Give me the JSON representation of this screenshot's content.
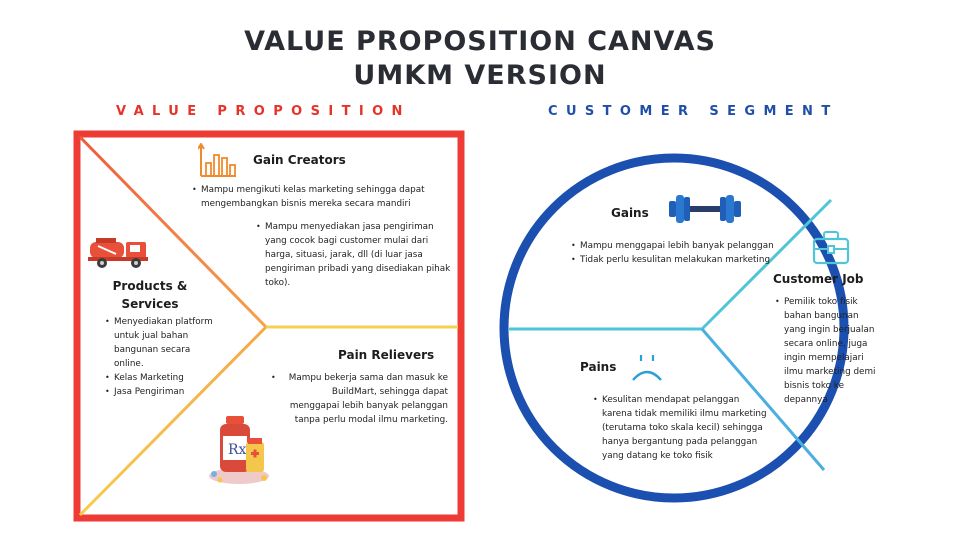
{
  "title": {
    "line1": "VALUE PROPOSITION CANVAS",
    "line2": "UMKM VERSION"
  },
  "sections": {
    "value_proposition": "VALUE PROPOSITION",
    "customer_segment": "CUSTOMER SEGMENT"
  },
  "colors": {
    "square_border": "#ef3b36",
    "circle_border": "#1b4fb0",
    "title": "#2a2d33",
    "vp_label": "#e6332a",
    "cs_label": "#1f4fa8"
  },
  "gain_creators": {
    "heading": "Gain Creators",
    "icon": "bar-chart-icon",
    "items": [
      "Mampu mengikuti kelas marketing sehingga dapat mengembangkan bisnis mereka secara mandiri",
      "Mampu menyediakan jasa pengiriman yang cocok bagi customer mulai dari harga, situasi, jarak, dll (di luar jasa pengiriman pribadi yang disediakan pihak toko)."
    ]
  },
  "products_services": {
    "heading_line1": "Products &",
    "heading_line2": "Services",
    "icon": "cement-truck-icon",
    "items": [
      "Menyediakan platform untuk jual bahan bangunan secara online.",
      "Kelas Marketing",
      "Jasa Pengiriman"
    ]
  },
  "pain_relievers": {
    "heading": "Pain Relievers",
    "icon": "medicine-icon",
    "items": [
      "Mampu bekerja sama dan masuk ke BuildMart, sehingga dapat menggapai lebih banyak pelanggan tanpa perlu modal ilmu marketing."
    ]
  },
  "gains": {
    "heading": "Gains",
    "icon": "dumbbell-icon",
    "items": [
      "Mampu menggapai lebih banyak pelanggan",
      "Tidak perlu kesulitan melakukan marketing"
    ]
  },
  "customer_job": {
    "heading": "Customer Job",
    "icon": "briefcase-icon",
    "items": [
      "Pemilik toko fisik bahan bangunan yang ingin berjualan secara online, juga ingin mempelajari ilmu marketing demi bisnis toko ke depannya"
    ]
  },
  "pains": {
    "heading": "Pains",
    "icon": "sad-face-icon",
    "items": [
      "Kesulitan mendapat pelanggan karena tidak memiliki ilmu marketing (terutama toko skala kecil) sehingga hanya bergantung pada pelanggan yang datang ke toko fisik"
    ]
  }
}
